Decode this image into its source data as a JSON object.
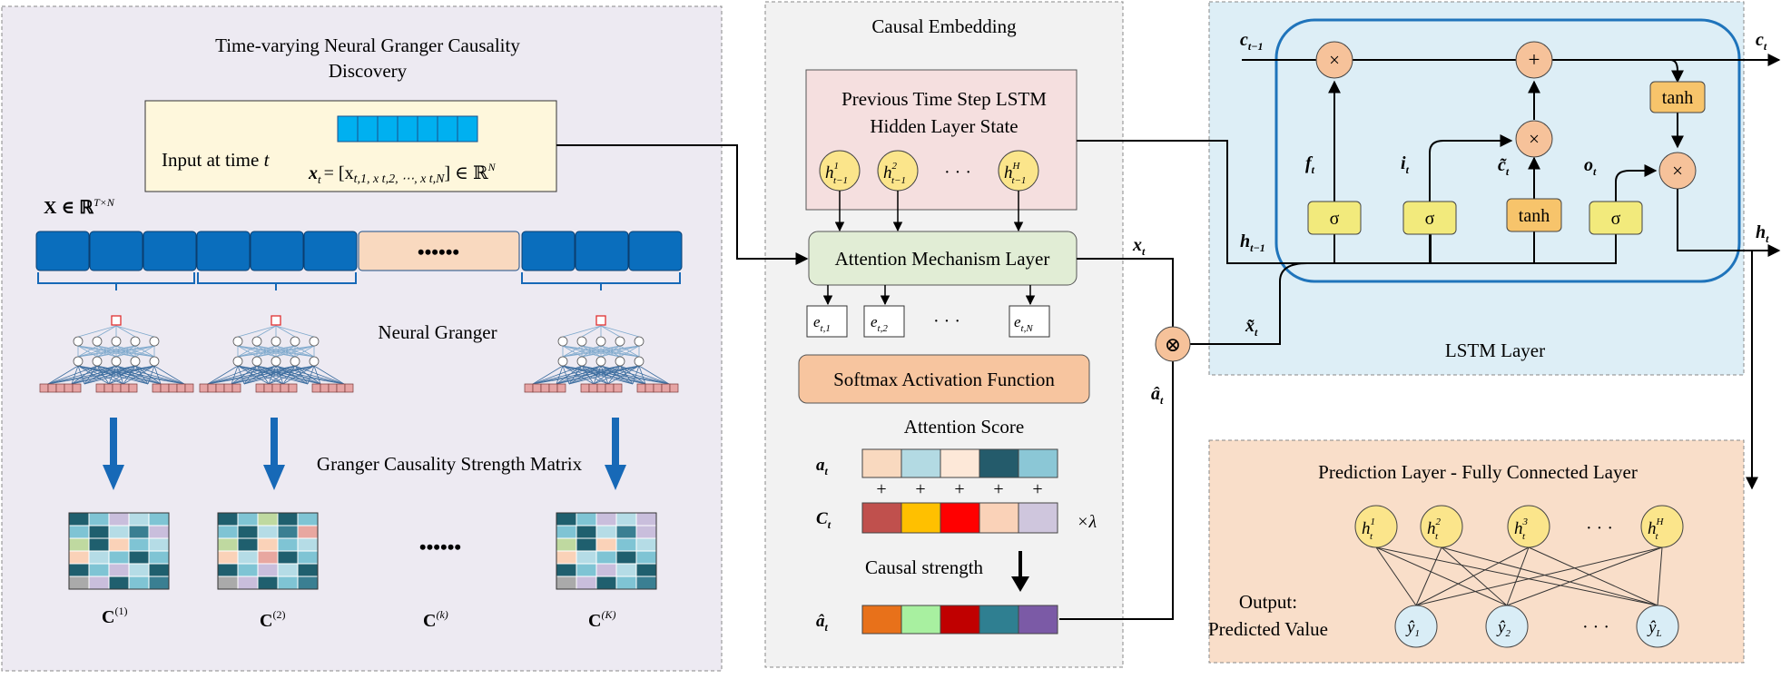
{
  "colors": {
    "panel_left_bg": "#EDEAF2",
    "panel_mid_bg": "#F2F2F2",
    "panel_lstm_bg": "#DDEEF6",
    "panel_pred_bg": "#F9DEC9",
    "block_blue": "#0A6EBD",
    "block_peach": "#F9D9BF",
    "input_box": "#FEF7DC",
    "hidden_box": "#F5DFDF",
    "attn_box": "#E1EDD5",
    "softmax_box": "#F7C59F",
    "neuron_yellow": "#FBE58B",
    "gate_yellow": "#F2EA7C",
    "tanh_orange": "#F7C46B",
    "op_orange": "#F6C29A",
    "output_blue": "#D9EDF6",
    "lstm_border": "#1F74BB"
  },
  "granger": {
    "title_line1": "Time-varying Neural Granger Causality",
    "title_line2": "Discovery",
    "input_label_prefix": "Input at time ",
    "input_label_var": "t",
    "input_formula_lhs": "x",
    "input_formula_sub": "t",
    "input_formula_rhs": "= [x",
    "input_formula_elems": "t,1, x t,2, ⋯, x t,N",
    "input_formula_space": "] ∈ ℝ",
    "input_formula_sup": "N",
    "x_matrix_label": "X ∈ ℝ",
    "x_matrix_sup": "T×N",
    "dots": "••••••",
    "neural_granger": "Neural Granger",
    "strength_matrix": "Granger Causality Strength Matrix",
    "c_labels": [
      {
        "base": "C",
        "sup": "(1)"
      },
      {
        "base": "C",
        "sup": "(2)"
      },
      {
        "base": "C",
        "sup": "(k)"
      },
      {
        "base": "C",
        "sup": "(K)"
      }
    ]
  },
  "embedding": {
    "title": "Causal Embedding",
    "prev_line1": "Previous Time Step LSTM",
    "prev_line2": "Hidden Layer State",
    "hidden_nodes": [
      {
        "base": "h",
        "sup": "1",
        "sub": "t−1"
      },
      {
        "base": "h",
        "sup": "2",
        "sub": "t−1"
      },
      {
        "base": "h",
        "sup": "H",
        "sub": "t−1"
      }
    ],
    "ellipsis": "· · ·",
    "attention": "Attention Mechanism Layer",
    "e_boxes": [
      {
        "base": "e",
        "sub": "t,1"
      },
      {
        "base": "e",
        "sub": "t,2"
      },
      {
        "base": "e",
        "sub": "t,N"
      }
    ],
    "softmax": "Softmax Activation Function",
    "attention_score": "Attention Score",
    "a_label": "a",
    "a_sub": "t",
    "c_label": "C",
    "c_sub": "t",
    "plus": "+",
    "lambda": "×λ",
    "causal_strength": "Causal strength",
    "ahat_label": "â",
    "ahat_sub": "t",
    "a_colors": [
      "#F9D9BF",
      "#B3DAE3",
      "#FDE8D8",
      "#245B6B",
      "#8BC7D6"
    ],
    "c_colors": [
      "#C0504D",
      "#FFC000",
      "#FF0000",
      "#FAD2B8",
      "#CFC6DD"
    ],
    "ahat_colors": [
      "#E8711A",
      "#A8F0A0",
      "#C00000",
      "#2F7F91",
      "#7B5AA6"
    ]
  },
  "lstm": {
    "title": "LSTM Layer",
    "c_prev": "c",
    "c_prev_sub": "t−1",
    "c_next": "c",
    "c_next_sub": "t",
    "h_prev": "h",
    "h_prev_sub": "t−1",
    "h_next": "h",
    "h_next_sub": "t",
    "x_tilde": "x̃",
    "x_tilde_sub": "t",
    "x_t": "x",
    "x_t_sub": "t",
    "a_hat": "â",
    "a_hat_sub": "t",
    "f_gate": "f",
    "i_gate": "i",
    "c_tilde": "c̃",
    "o_gate": "o",
    "gate_sub": "t",
    "sigma": "σ",
    "tanh": "tanh",
    "times": "×",
    "plus": "+",
    "otimes": "⊗"
  },
  "prediction": {
    "title": "Prediction Layer - Fully Connected Layer",
    "hidden": [
      {
        "base": "h",
        "sup": "1",
        "sub": "t"
      },
      {
        "base": "h",
        "sup": "2",
        "sub": "t"
      },
      {
        "base": "h",
        "sup": "3",
        "sub": "t"
      },
      {
        "base": "h",
        "sup": "H",
        "sub": "t"
      }
    ],
    "outputs": [
      {
        "base": "ŷ",
        "sub": "1"
      },
      {
        "base": "ŷ",
        "sub": "2"
      },
      {
        "base": "ŷ",
        "sub": "L"
      }
    ],
    "ellipsis": "· · ·",
    "output_line1": "Output:",
    "output_line2": "Predicted Value"
  },
  "matrices": [
    [
      "#1F5F6E",
      "#7FC4D4",
      "#C9BEDC",
      "#B5DCE6",
      "#7FC4D4",
      "#7FC4D4",
      "#1F5F6E",
      "#B5DCE6",
      "#3A7F92",
      "#C9BEDC",
      "#BFD9A0",
      "#1F5F6E",
      "#FAD2B8",
      "#7FC4D4",
      "#B5DCE6",
      "#FAD2B8",
      "#B5DCE6",
      "#7FC4D4",
      "#1F5F6E",
      "#7FC4D4",
      "#1F5F6E",
      "#7FC4D4",
      "#C9BEDC",
      "#B5DCE6",
      "#1F5F6E",
      "#AAAAAA",
      "#C9BEDC",
      "#1F5F6E",
      "#7FC4D4",
      "#3A7F92"
    ],
    [
      "#1F5F6E",
      "#7FC4D4",
      "#BFD9A0",
      "#1F5F6E",
      "#7FC4D4",
      "#7FC4D4",
      "#1F5F6E",
      "#B5DCE6",
      "#3A7F92",
      "#E8A7A0",
      "#BFD9A0",
      "#1F5F6E",
      "#FAD2B8",
      "#7FC4D4",
      "#B5DCE6",
      "#FAD2B8",
      "#B5DCE6",
      "#E8A7A0",
      "#1F5F6E",
      "#7FC4D4",
      "#1F5F6E",
      "#7FC4D4",
      "#C9BEDC",
      "#B5DCE6",
      "#1F5F6E",
      "#AAAAAA",
      "#C9BEDC",
      "#1F5F6E",
      "#7FC4D4",
      "#3A7F92"
    ],
    [
      "#1F5F6E",
      "#7FC4D4",
      "#C9BEDC",
      "#B5DCE6",
      "#C9BEDC",
      "#7FC4D4",
      "#1F5F6E",
      "#B5DCE6",
      "#3A7F92",
      "#C9BEDC",
      "#BFD9A0",
      "#1F5F6E",
      "#FAD2B8",
      "#7FC4D4",
      "#B5DCE6",
      "#FAD2B8",
      "#B5DCE6",
      "#7FC4D4",
      "#1F5F6E",
      "#7FC4D4",
      "#1F5F6E",
      "#7FC4D4",
      "#C9BEDC",
      "#B5DCE6",
      "#1F5F6E",
      "#AAAAAA",
      "#C9BEDC",
      "#1F5F6E",
      "#7FC4D4",
      "#3A7F92"
    ]
  ]
}
